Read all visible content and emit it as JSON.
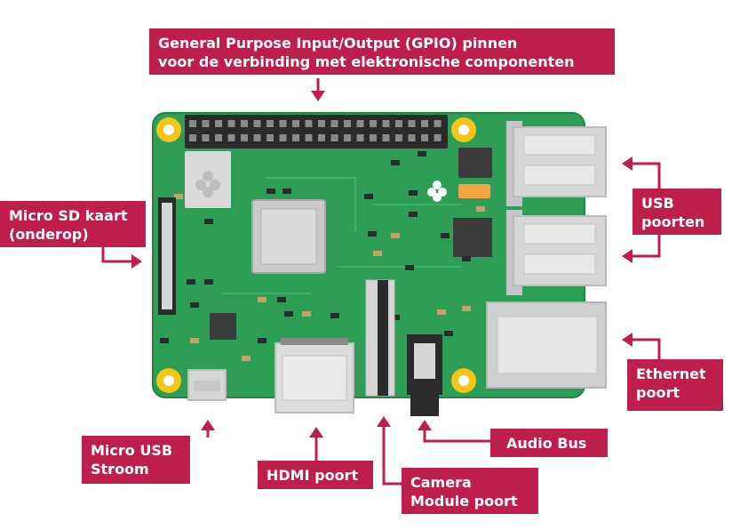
{
  "labels": {
    "gpio": [
      "General Purpose Input/Output (GPIO) pinnen",
      "voor de verbinding met elektronische componenten"
    ],
    "sd": [
      "Micro SD kaart",
      "(onderop)"
    ],
    "usb": [
      "USB",
      "poorten"
    ],
    "ethernet": [
      "Ethernet",
      "poort"
    ],
    "audio": [
      "Audio Bus"
    ],
    "micro_usb": [
      "Micro USB",
      "Stroom"
    ],
    "hdmi": [
      "HDMI poort"
    ],
    "camera": [
      "Camera",
      "Module poort"
    ]
  },
  "colors": {
    "label_bg": "#be1e4b",
    "label_text": "#ffffff",
    "board": "#2e9e57",
    "board_dark": "#23844a",
    "mount_hole": "#f5c518",
    "metal": "#d6d6d6",
    "chip": "#3b3b3b"
  }
}
